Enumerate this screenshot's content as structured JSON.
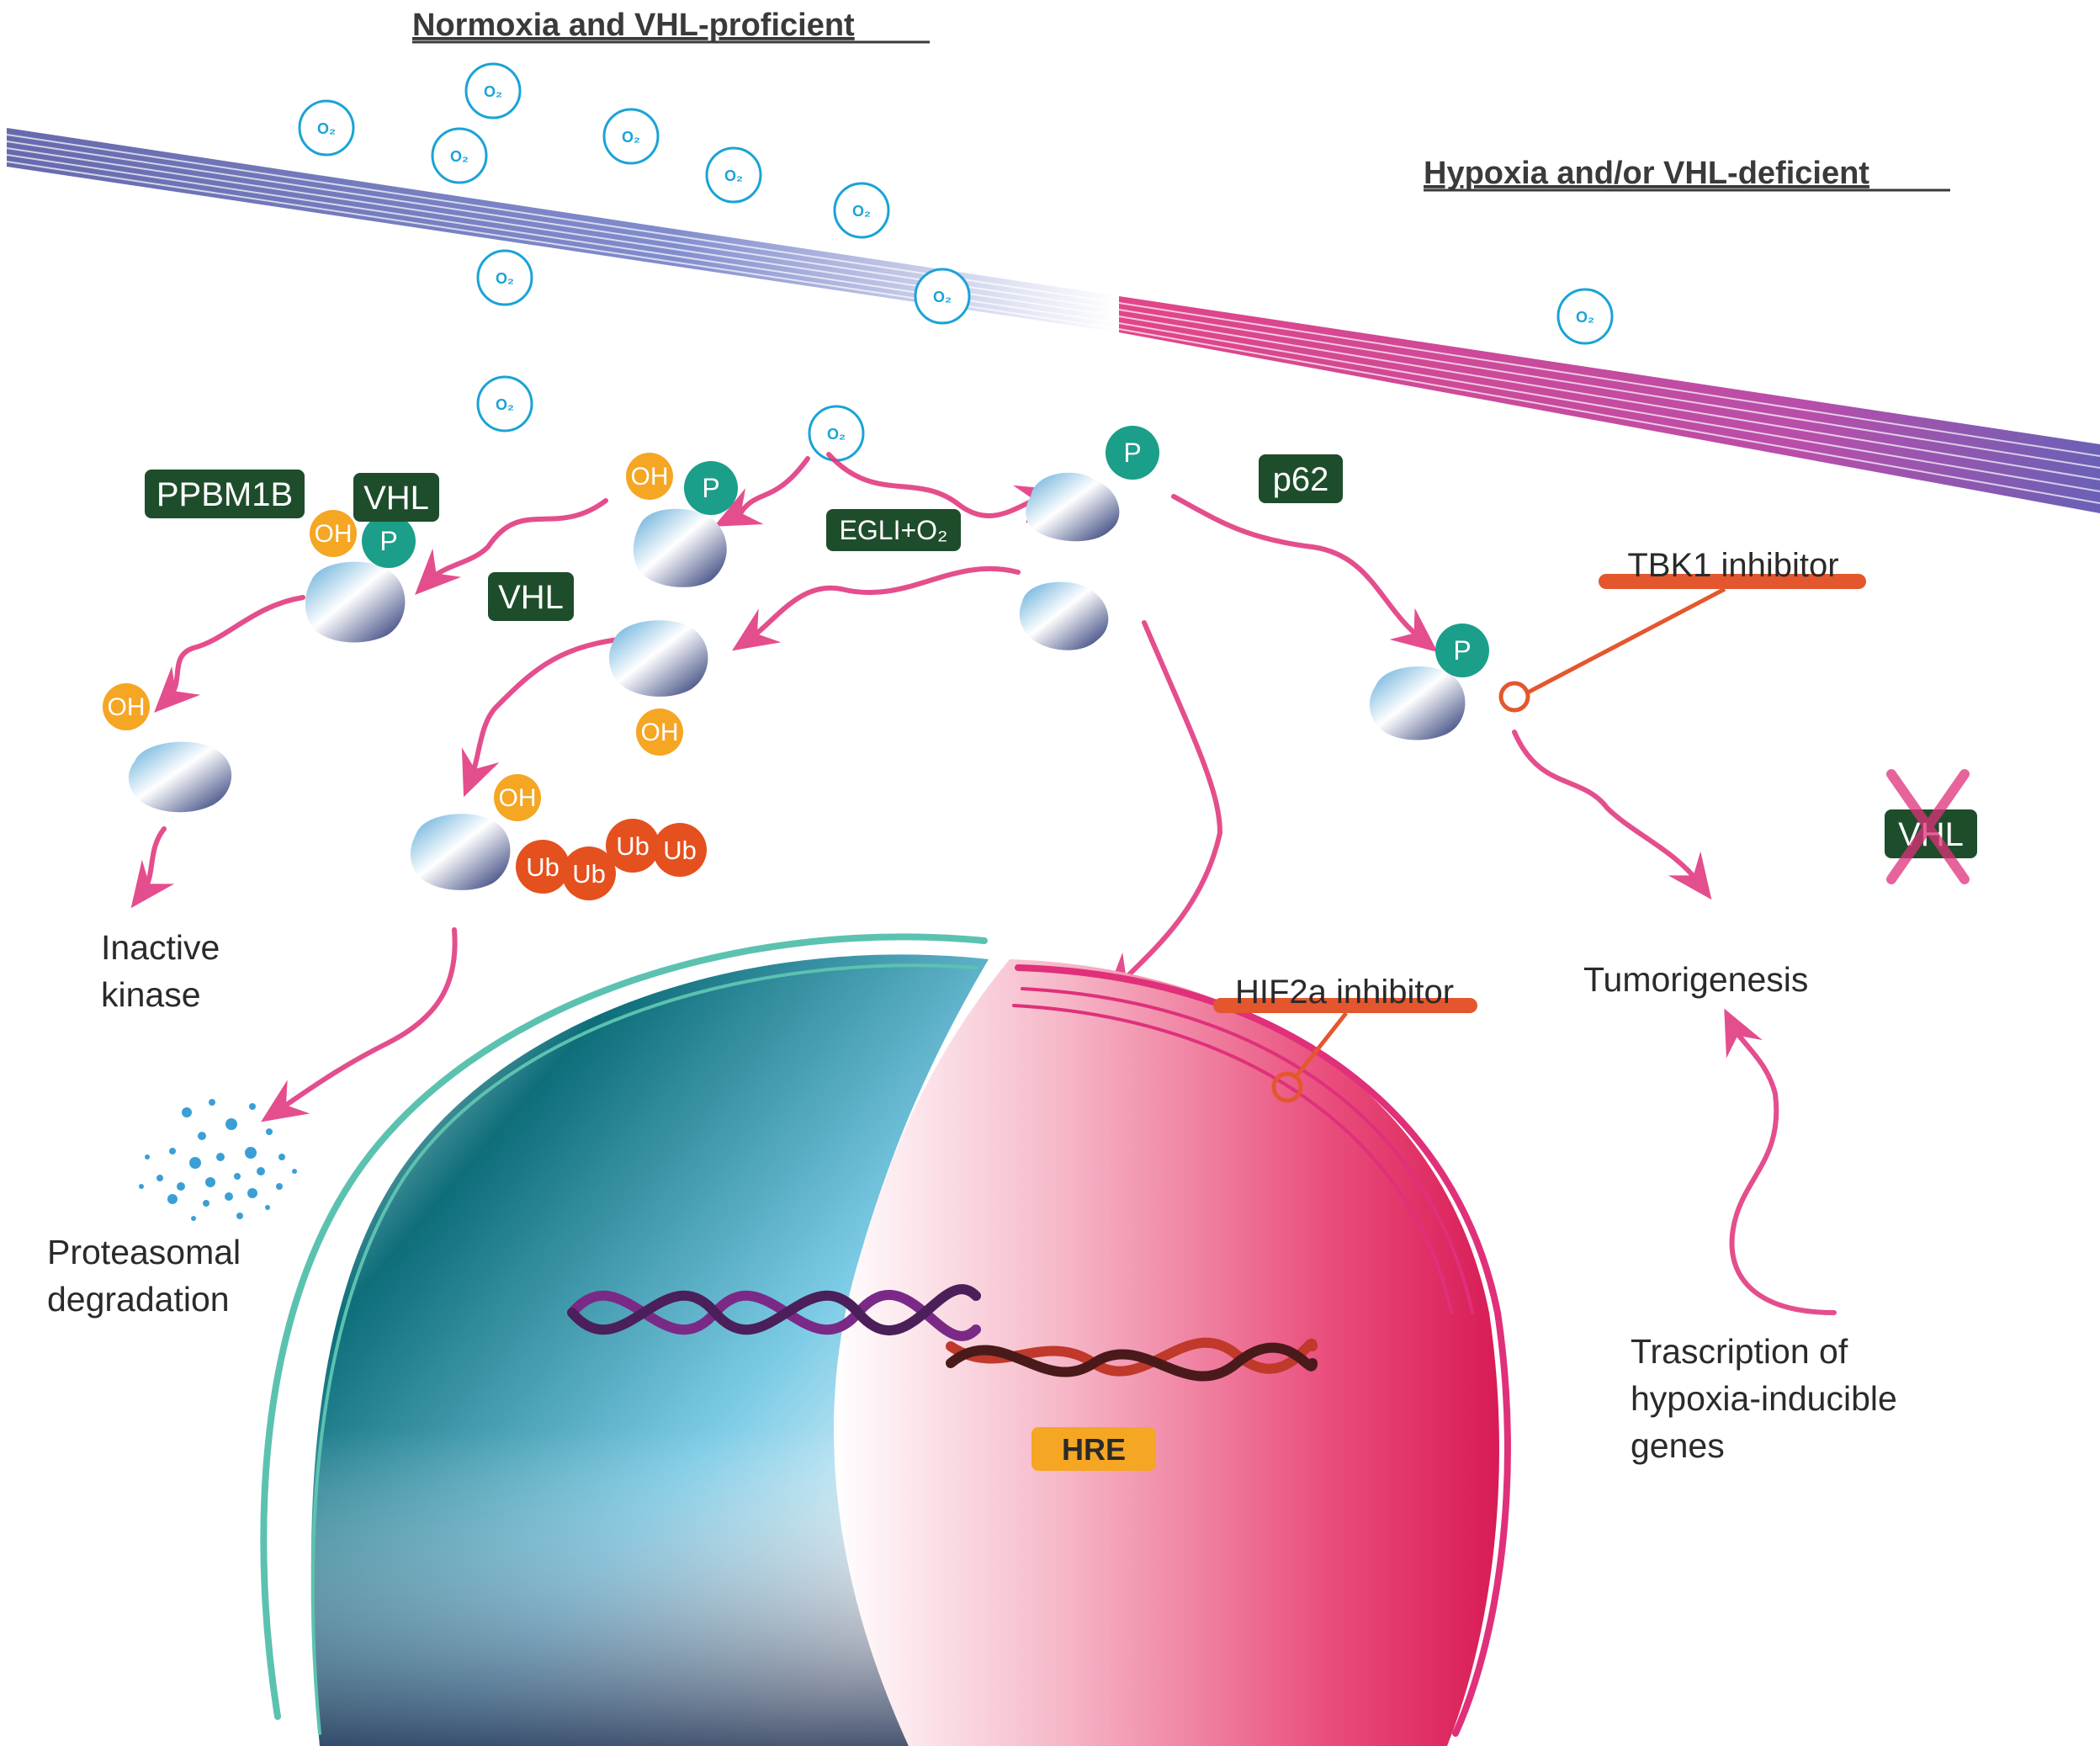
{
  "titles": {
    "normoxia": "Normoxia and VHL-proficient",
    "hypoxia": "Hypoxia and/or VHL-deficient"
  },
  "boxes": {
    "ppbm1b": "PPBM1B",
    "vhl_top": "VHL",
    "vhl_mid": "VHL",
    "egli": "EGLI+O₂",
    "p62": "p62",
    "vhl_crossed": "VHL"
  },
  "markers": {
    "o2": "O₂",
    "oh": "OH",
    "p": "P",
    "ub": "Ub"
  },
  "labels": {
    "inactive_line1": "Inactive",
    "inactive_line2": "kinase",
    "proteasomal_line1": "Proteasomal",
    "proteasomal_line2": "degradation",
    "tumorigenesis": "Tumorigenesis",
    "transcription_line1": "Trascription of",
    "transcription_line2": "hypoxia-inducible",
    "transcription_line3": "genes",
    "hre": "HRE"
  },
  "inhibitors": {
    "tbk1": "TBK1 inhibitor",
    "hif2a": "HIF2a inhibitor"
  },
  "colors": {
    "box_green": "#1e4d2b",
    "oh_orange": "#f5a623",
    "p_teal": "#1b9e8a",
    "ub_red": "#e4501e",
    "inhibitor_bar": "#e4572e",
    "arrow_pink": "#e0307a",
    "teal_dark": "#0e6e7a",
    "crimson": "#e0205c",
    "o2_blue": "#1aa3d6"
  }
}
